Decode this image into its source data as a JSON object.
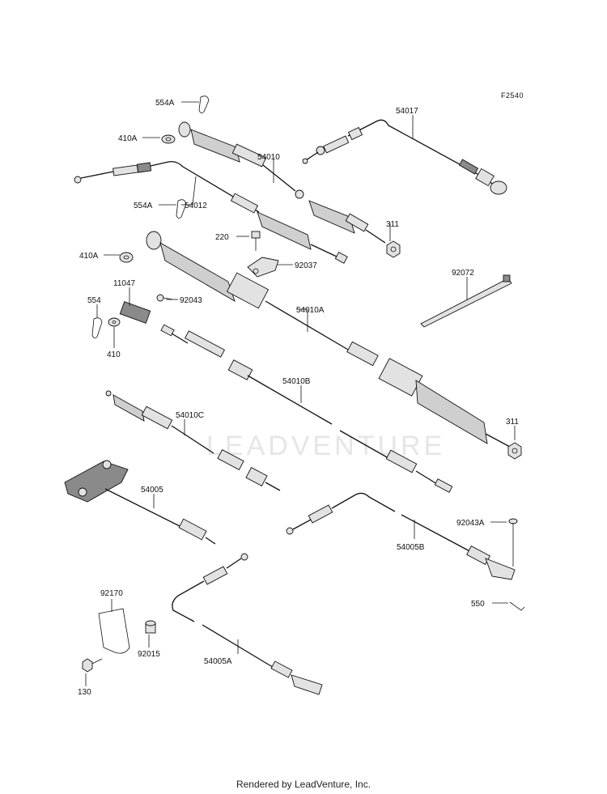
{
  "figure_code": "F2540",
  "watermark": "LEADVENTURE",
  "footer": "Rendered by LeadVenture, Inc.",
  "labels": {
    "l554A_top": "554A",
    "l410A_top": "410A",
    "l554A_mid": "554A",
    "l54012": "54012",
    "l54010": "54010",
    "l54017": "54017",
    "l311_top": "311",
    "l220": "220",
    "l92037": "92037",
    "l410A_mid": "410A",
    "l11047": "11047",
    "l92043": "92043",
    "l554": "554",
    "l410": "410",
    "l54010A": "54010A",
    "l92072": "92072",
    "l54010B": "54010B",
    "l54010C": "54010C",
    "l311_bot": "311",
    "l54005": "54005",
    "l92043A": "92043A",
    "l54005B": "54005B",
    "l550": "550",
    "l92170": "92170",
    "l92015": "92015",
    "l130": "130",
    "l54005A": "54005A"
  }
}
